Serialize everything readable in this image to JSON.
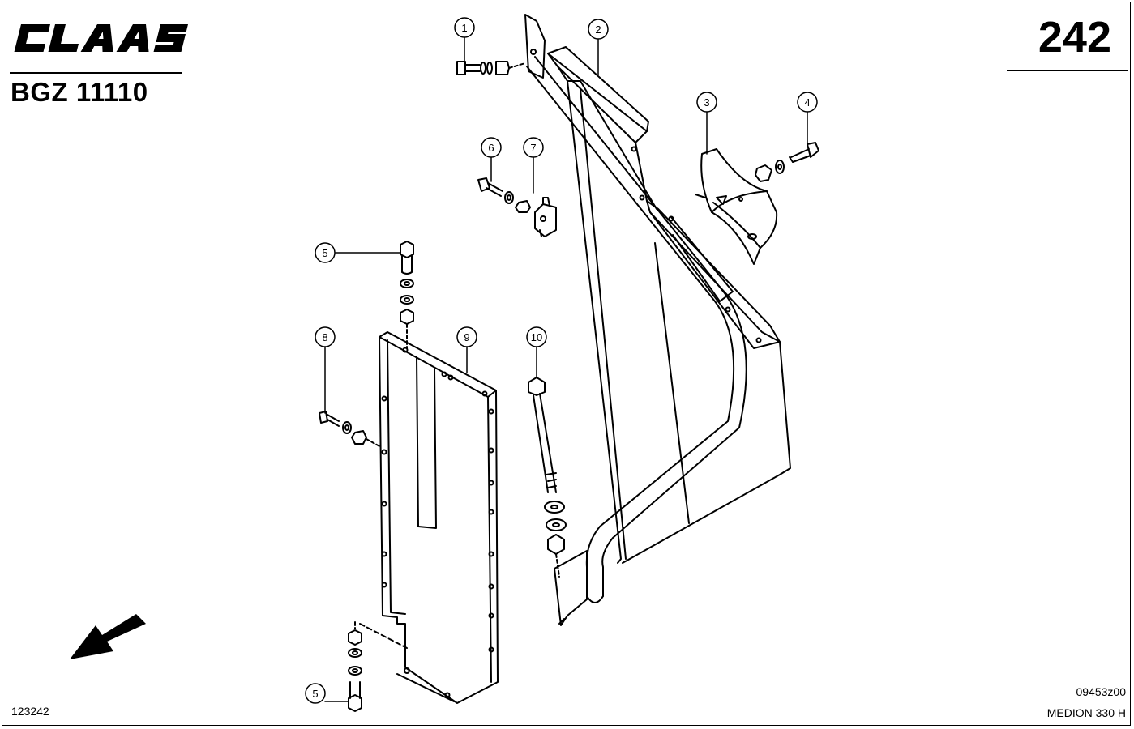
{
  "header": {
    "brand": "CLAAS",
    "document_code": "BGZ 11110",
    "page_number": "242"
  },
  "footer": {
    "reference_number": "123242",
    "figure_code": "09453z00",
    "model": "MEDION 330 H"
  },
  "callouts": [
    {
      "id": "c1",
      "label": "1"
    },
    {
      "id": "c2",
      "label": "2"
    },
    {
      "id": "c3",
      "label": "3"
    },
    {
      "id": "c4",
      "label": "4"
    },
    {
      "id": "c5a",
      "label": "5"
    },
    {
      "id": "c5b",
      "label": "5"
    },
    {
      "id": "c6",
      "label": "6"
    },
    {
      "id": "c7",
      "label": "7"
    },
    {
      "id": "c8",
      "label": "8"
    },
    {
      "id": "c9",
      "label": "9"
    },
    {
      "id": "c10",
      "label": "10"
    }
  ],
  "colors": {
    "line": "#000000",
    "paper": "#ffffff"
  }
}
